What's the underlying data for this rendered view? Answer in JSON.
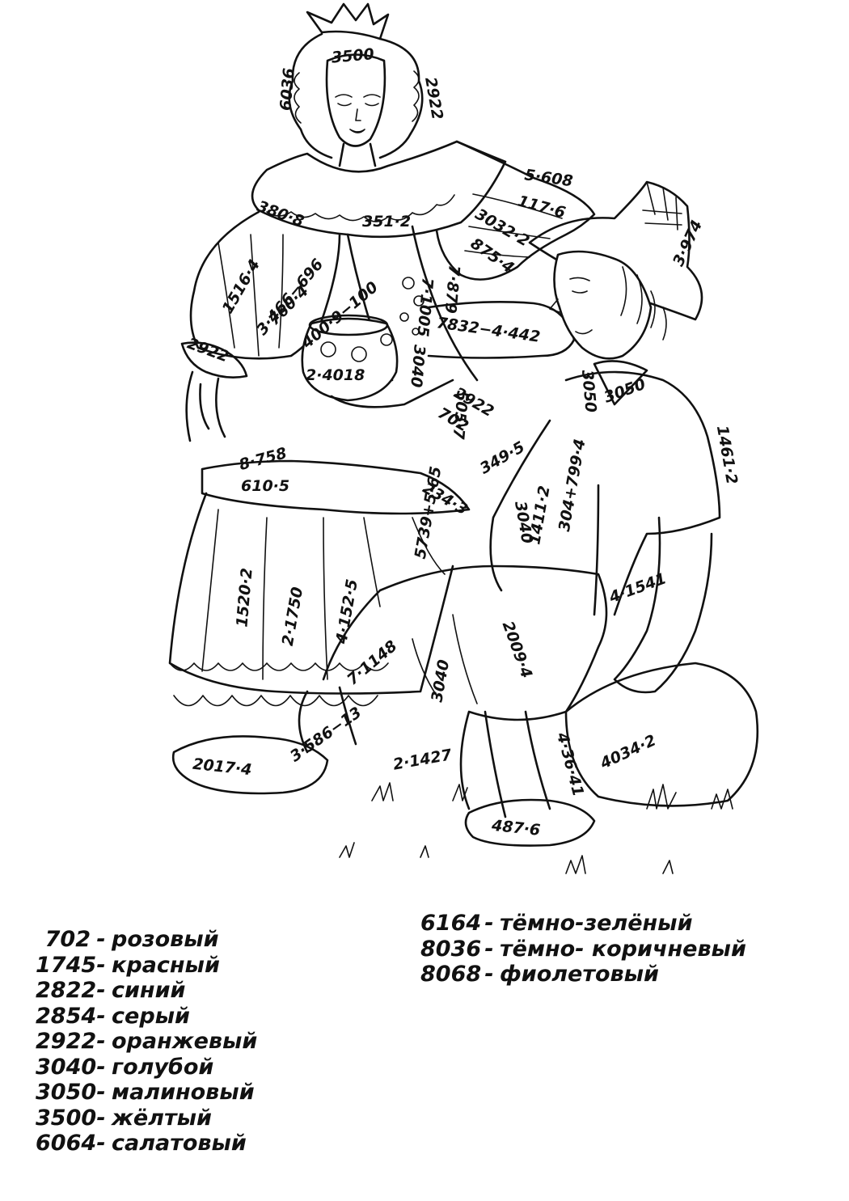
{
  "labels": [
    "3500",
    "6036",
    "2922",
    "5·608",
    "117·6",
    "380·8",
    "351·2",
    "3032·2",
    "875·4",
    "3·974",
    "1516·4",
    "3·466−696",
    "760·4",
    "400·9−100",
    "7·879",
    "7·1005",
    "2922",
    "2·4018",
    "3040",
    "7832−4·442",
    "3050",
    "3050",
    "1461·2",
    "505·7",
    "2922",
    "702",
    "8·758",
    "349·5",
    "304+799·4",
    "610·5",
    "5739+5·65",
    "234·3",
    "3040",
    "1411·2",
    "4·1541",
    "1520·2",
    "2·1750",
    "4·152·5",
    "7·1148",
    "2009·4",
    "3·586−13",
    "3040",
    "2·1427",
    "4·36·41",
    "2017·4",
    "4034·2",
    "487·6"
  ],
  "legend": {
    "left": [
      {
        "num": "702",
        "color": "розовый"
      },
      {
        "num": "1745",
        "color": "красный"
      },
      {
        "num": "2822",
        "color": "синий"
      },
      {
        "num": "2854",
        "color": "серый"
      },
      {
        "num": "2922",
        "color": "оранжевый"
      },
      {
        "num": "3040",
        "color": "голубой"
      },
      {
        "num": "3050",
        "color": "малиновый"
      },
      {
        "num": "3500",
        "color": "жёлтый"
      },
      {
        "num": "6064",
        "color": "салатовый"
      }
    ],
    "right": [
      {
        "num": "6164",
        "color": "тёмно-зелёный"
      },
      {
        "num": "8036",
        "color": "тёмно- коричневый"
      },
      {
        "num": "8068",
        "color": "фиолетовый"
      }
    ]
  }
}
